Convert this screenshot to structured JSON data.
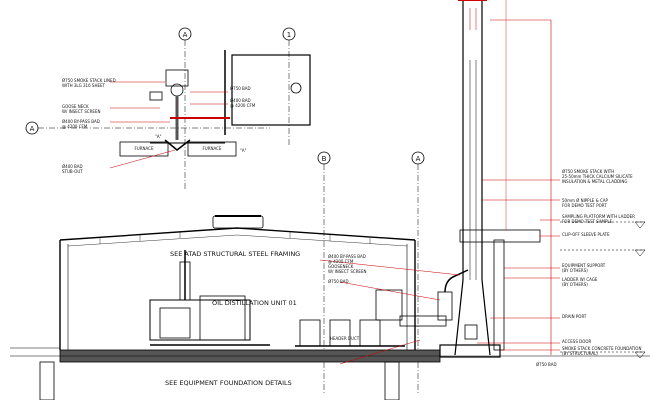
{
  "grid_labels": {
    "a_top": "A",
    "one": "1",
    "a_left": "A",
    "b_right": "B",
    "a_right": "A"
  },
  "plan": {
    "smoke_stack_lined": "Ø750 SMOKE STACK LINED",
    "smoke_stack_lined_2": "WITH 3LG 316 SHEET",
    "gooseneck": "GOOSE NECK",
    "insect_screen": "W/ INSECT SCREEN",
    "bypass": "Ø400 BY-PASS BAD",
    "bypass_cfm": "@ 4200 CFM",
    "stub_out": "Ø400 BAD",
    "stub_out_2": "STUB-OUT",
    "bad_750": "Ø750 BAD",
    "bad_400": "Ø400 BAD",
    "bad_400_cfm": "@ 4200 CFM",
    "equip_1": "FURNACE",
    "equip_2": "FURNACE",
    "label_a": "\"A\"",
    "label_a2": "\"A\""
  },
  "section": {
    "framing_note": "SEE ATAD STRUCTURAL STEEL FRAMING",
    "foundation_note": "SEE EQUIPMENT FOUNDATION DETAILS",
    "oil_unit": "OIL DISTILLATION UNIT 01",
    "bypass": "Ø400 BY-PASS BAD",
    "bypass_cfm": "@ 4200 CFM",
    "gooseneck": "GOOSENECK",
    "insect_screen": "W/ INSECT SCREEN",
    "bad_750": "Ø750 BAD",
    "bad_750_low": "Ø750 BAD",
    "header": "HEADER DUCT"
  },
  "right_notes": {
    "stack_1": "Ø750 SMOKE STACK WITH",
    "stack_2": "25-50mm THICK CALCIUM SILICATE",
    "stack_3": "INSULATION & METAL CLADDING",
    "nipple_1": "50mm Ø NIPPLE & CAP",
    "nipple_2": "FOR DEMO TEST PORT",
    "platform_1": "SAMPLING PLATFORM WITH LADDER",
    "platform_2": "FOR DEMO TEST SAMPLE",
    "clip": "CLIP-OFF SLEEVE PLATE",
    "support_1": "EQUIPMENT SUPPORT",
    "support_2": "(BY OTHERS)",
    "ladder_1": "LADDER W/ CAGE",
    "ladder_2": "(BY OTHERS)",
    "drain": "DRAIN PORT",
    "access": "ACCESS DOOR",
    "concrete_1": "SMOKE STACK CONCRETE FOUNDATION",
    "concrete_2": "(BY STRUCTURAL)"
  }
}
